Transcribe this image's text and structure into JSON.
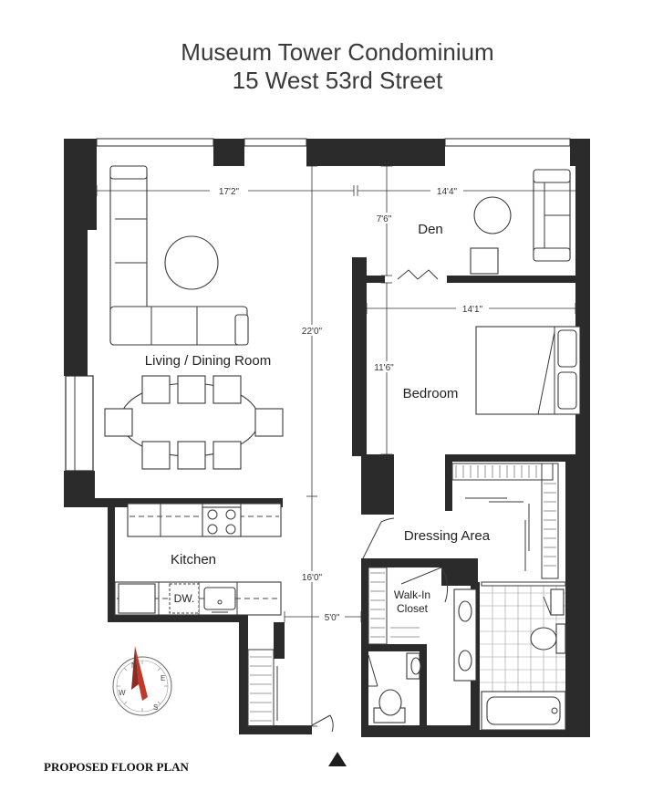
{
  "header": {
    "building_name": "Museum Tower Condominium",
    "address": "15 West 53rd Street"
  },
  "rooms": {
    "living_dining": "Living / Dining Room",
    "den": "Den",
    "bedroom": "Bedroom",
    "kitchen": "Kitchen",
    "dressing_area": "Dressing Area",
    "walk_in_closet_line1": "Walk-In",
    "walk_in_closet_line2": "Closet",
    "dishwasher": "DW."
  },
  "dimensions": {
    "living_width": "17'2\"",
    "den_width": "14'4\"",
    "den_depth": "7'6\"",
    "bedroom_width": "14'1\"",
    "bedroom_depth": "11'6\"",
    "overall_depth": "22'0\"",
    "foyer_depth": "16'0\"",
    "hall_width": "5'0\""
  },
  "compass": {
    "labels": [
      "N",
      "E",
      "S",
      "W"
    ],
    "needle_color": "#c0392b"
  },
  "footer": {
    "label": "PROPOSED FLOOR PLAN"
  },
  "colors": {
    "wall": "#2b2b2b",
    "title_text": "#3a3a3a",
    "background": "#ffffff"
  }
}
